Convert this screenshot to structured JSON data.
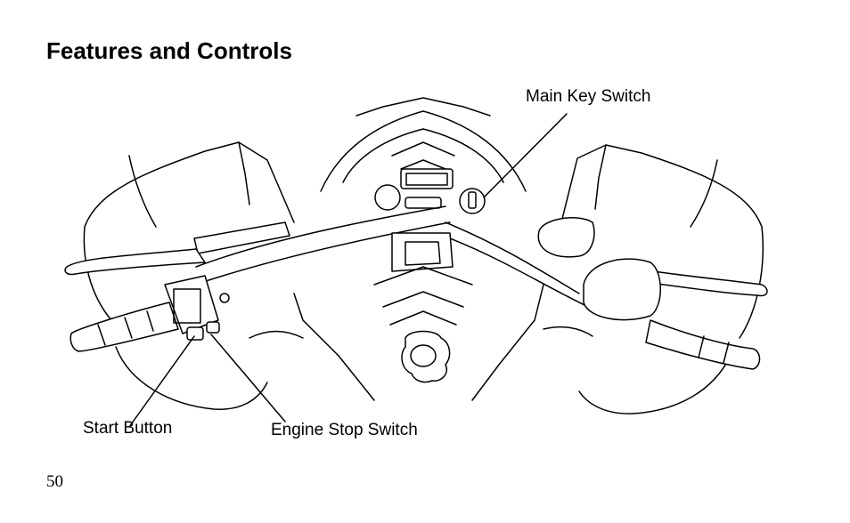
{
  "page": {
    "title": "Features and Controls",
    "page_number": "50"
  },
  "figure": {
    "labels": {
      "main_key_switch": "Main Key Switch",
      "start_button": "Start Button",
      "engine_stop_switch": "Engine Stop Switch"
    }
  }
}
